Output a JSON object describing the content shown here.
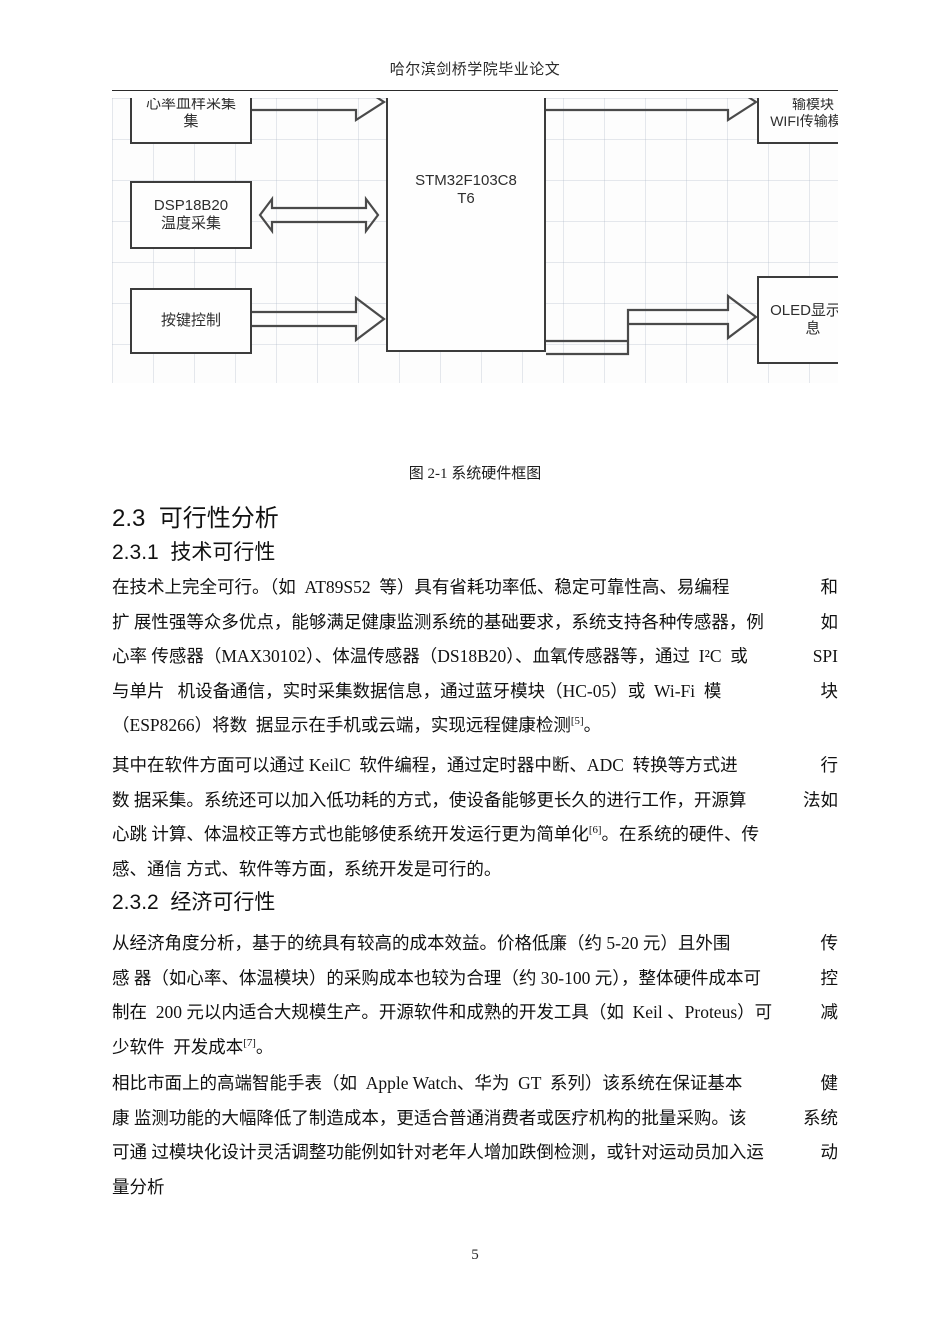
{
  "header": {
    "running_title": "哈尔滨剑桥学院毕业论文"
  },
  "figure": {
    "caption": "图 2-1  系统硬件框图",
    "blocks": {
      "heart_rate": "心率血样采集\n集",
      "temperature": "DSP18B20\n温度采集",
      "key_control": "按键控制",
      "mcu": "STM32F103C8\nT6",
      "wifi": "输模块\nWIFI传输模块",
      "oled": "OLED显示信\n息"
    }
  },
  "headings": {
    "h2_23": "2.3  可行性分析",
    "h3_231": "2.3.1  技术可行性",
    "h3_232": "2.3.2  经济可行性"
  },
  "paragraphs": {
    "p1": {
      "lines": [
        {
          "left": "在技术上完全可行。（如  AT89S52  等）具有省耗功率低、稳定可靠性高、易编程",
          "right": "和",
          "justify": true
        },
        {
          "left": "扩 展性强等众多优点，能够满足健康监测系统的基础要求，系统支持各种传感器，例",
          "right": "如",
          "justify": true
        },
        {
          "left": "心率 传感器（MAX30102）、体温传感器（DS18B20）、血氧传感器等，通过  I²C  或",
          "right": "SPI",
          "justify": true
        },
        {
          "left": "与单片   机设备通信，实时采集数据信息，通过蓝牙模块（HC-05）或  Wi-Fi  模",
          "right": "块",
          "justify": true
        },
        {
          "left": "（ESP8266）将数  据显示在手机或云端，实现远程健康检测",
          "sup": "[5]",
          "after": "。",
          "justify": false
        }
      ]
    },
    "p2": {
      "lines": [
        {
          "left": "其中在软件方面可以通过 KeilC  软件编程，通过定时器中断、ADC  转换等方式进",
          "right": "行",
          "justify": true
        },
        {
          "left": "数 据采集。系统还可以加入低功耗的方式，使设备能够更长久的进行工作，开源算",
          "right": "法如",
          "justify": true
        },
        {
          "left": "心跳 计算、体温校正等方式也能够使系统开发运行更为简单化",
          "sup": "[6]",
          "after": "。在系统的硬件、传",
          "right": "",
          "justify": false
        },
        {
          "left": "感、通信 方式、软件等方面，系统开发是可行的。",
          "right": "",
          "justify": false
        }
      ]
    },
    "p3": {
      "lines": [
        {
          "left": "从经济角度分析，基于的统具有较高的成本效益。价格低廉（约 5-20 元）且外围",
          "right": "传",
          "justify": true
        },
        {
          "left": "感 器（如心率、体温模块）的采购成本也较为合理（约 30-100 元），整体硬件成本可",
          "right": "控",
          "justify": true
        },
        {
          "left": "制在  200 元以内适合大规模生产。开源软件和成熟的开发工具（如  Keil 、Proteus）可",
          "right": "减",
          "justify": true
        },
        {
          "left": "少软件  开发成本",
          "sup": "[7]",
          "after": "。",
          "justify": false
        }
      ]
    },
    "p4": {
      "lines": [
        {
          "left": "相比市面上的高端智能手表（如  Apple Watch、华为  GT  系列）该系统在保证基本",
          "right": "健",
          "justify": true
        },
        {
          "left": "康 监测功能的大幅降低了制造成本，更适合普通消费者或医疗机构的批量采购。该",
          "right": "系统",
          "justify": true
        },
        {
          "left": "可通 过模块化设计灵活调整功能例如针对老年人增加跌倒检测，或针对运动员加入运",
          "right": "动",
          "justify": true
        },
        {
          "left": "量分析",
          "right": "",
          "justify": false
        }
      ]
    }
  },
  "footer": {
    "page_number": "5"
  }
}
